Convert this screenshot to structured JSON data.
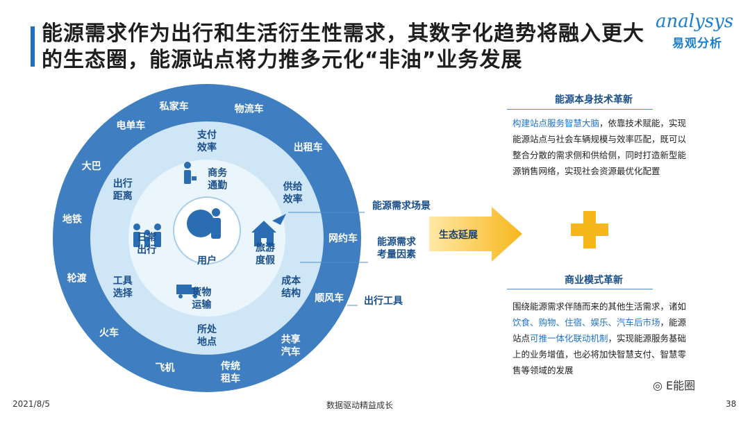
{
  "title": "能源需求作为出行和生活衍生性需求，其数字化趋势将融入更大的生态圈，能源站点将力推多元化“非油”业务发展",
  "logo": {
    "en": "analysys",
    "cn": "易观分析"
  },
  "outer_ring": [
    "私家车",
    "物流车",
    "出租车",
    "网约车",
    "顺风车",
    "共享汽车",
    "传统租车",
    "飞机",
    "火车",
    "轮渡",
    "地铁",
    "大巴",
    "电单车"
  ],
  "middle_ring": [
    "支付效率",
    "供给效率",
    "成本结构",
    "所处地点",
    "工具选择",
    "出行距离"
  ],
  "inner_ring": [
    "商务通勤",
    "旅游度假",
    "货物运输",
    "日常出行"
  ],
  "center_label": "用户",
  "side_labels": [
    "能源需求场景",
    "能源需求考量因素",
    "出行工具"
  ],
  "arrow_label": "生态延展",
  "right": {
    "tech": {
      "heading": "能源本身技术革新",
      "body_a": "构建站点服务智慧大脑",
      "body_b": "，依靠技术赋能，实现能源站点与社会车辆规模与效率匹配，既可以整合分散的需求侧和供给侧，同时打造新型能源销售网络，实现社会资源最优化配置"
    },
    "business": {
      "heading": "商业模式革新",
      "body_1": "围绕能源需求伴随而来的其他生活需求，诸如",
      "body_2": "饮食、购物、住宿、娱乐、汽车后市场",
      "body_3": "，能源站点",
      "body_4": "可推一体化联动机制",
      "body_5": "，实现能源服务基础上的业务增值，也必将加快智慧支付、智慧零售等领域的发展"
    }
  },
  "footer": {
    "date": "2021/8/5",
    "center": "数据驱动精益成长",
    "page": "38"
  },
  "watermark": "E能圈",
  "colors": {
    "outer": "#3f7fc1",
    "middle": "#cfe6f6",
    "inner": "#eaf5fc",
    "accent": "#f6b71b",
    "brand": "#1a7fd0"
  }
}
